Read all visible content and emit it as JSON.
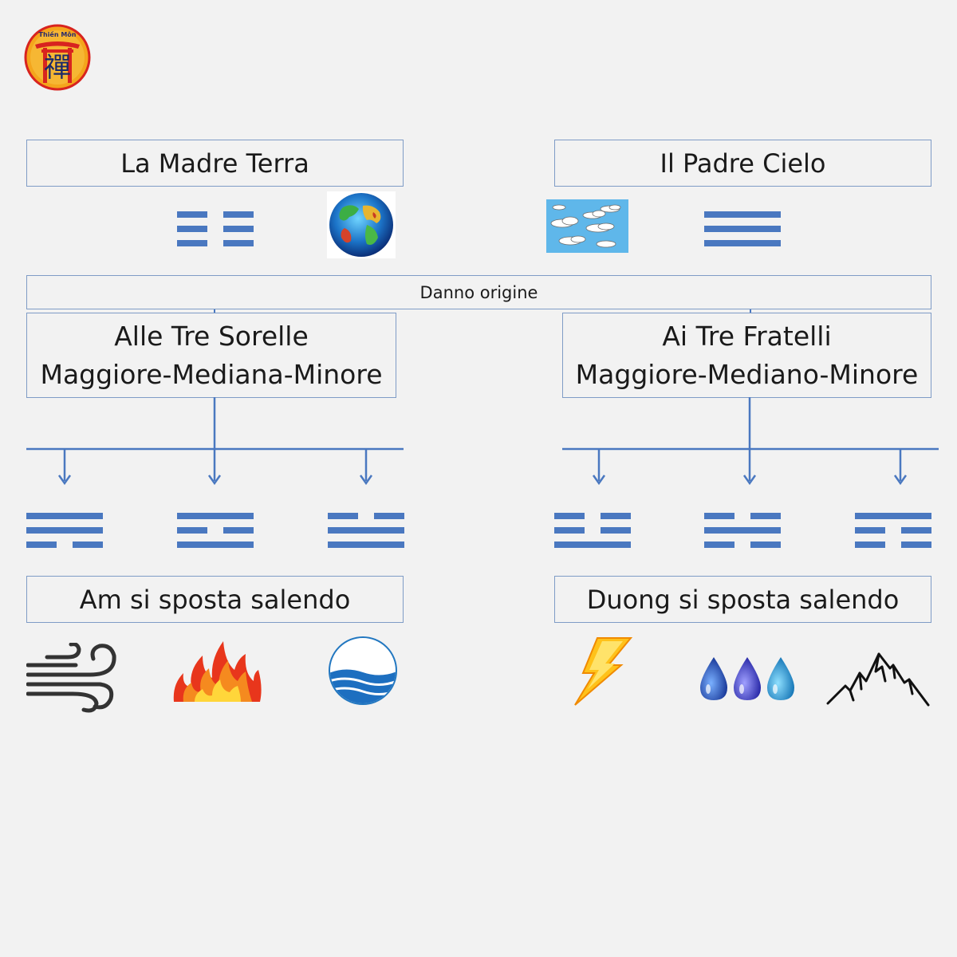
{
  "logo": {
    "text": "Thiền Môn",
    "glyph": "禪"
  },
  "earth_box": {
    "label": "La Madre Terra"
  },
  "sky_box": {
    "label": "Il Padre Cielo"
  },
  "origin_bar": {
    "label": "Danno origine"
  },
  "sisters_box": {
    "line1": "Alle Tre Sorelle",
    "line2": "Maggiore-Mediana-Minore"
  },
  "brothers_box": {
    "line1": "Ai Tre Fratelli",
    "line2": "Maggiore-Mediano-Minore"
  },
  "am_box": {
    "label": "Am si sposta salendo"
  },
  "duong_box": {
    "label": "Duong si sposta salendo"
  },
  "colors": {
    "line_blue": "#4a78c0",
    "border": "#7f9cc6",
    "background": "#f2f2f2"
  },
  "trigrams": {
    "earth": [
      "broken",
      "broken",
      "broken"
    ],
    "heaven": [
      "solid",
      "solid",
      "solid"
    ],
    "sister_major": [
      "solid",
      "solid",
      "broken"
    ],
    "sister_middle": [
      "solid",
      "broken",
      "solid"
    ],
    "sister_minor": [
      "broken",
      "solid",
      "solid"
    ],
    "brother_major": [
      "broken",
      "broken",
      "solid"
    ],
    "brother_middle": [
      "broken",
      "solid",
      "broken"
    ],
    "brother_minor": [
      "solid",
      "broken",
      "broken"
    ]
  },
  "icons": {
    "earth": "globe-icon",
    "sky": "clouds-icon",
    "sister_major": "wind-icon",
    "sister_middle": "fire-icon",
    "sister_minor": "lake-icon",
    "brother_major": "thunder-icon",
    "brother_middle": "water-drops-icon",
    "brother_minor": "mountain-icon"
  }
}
